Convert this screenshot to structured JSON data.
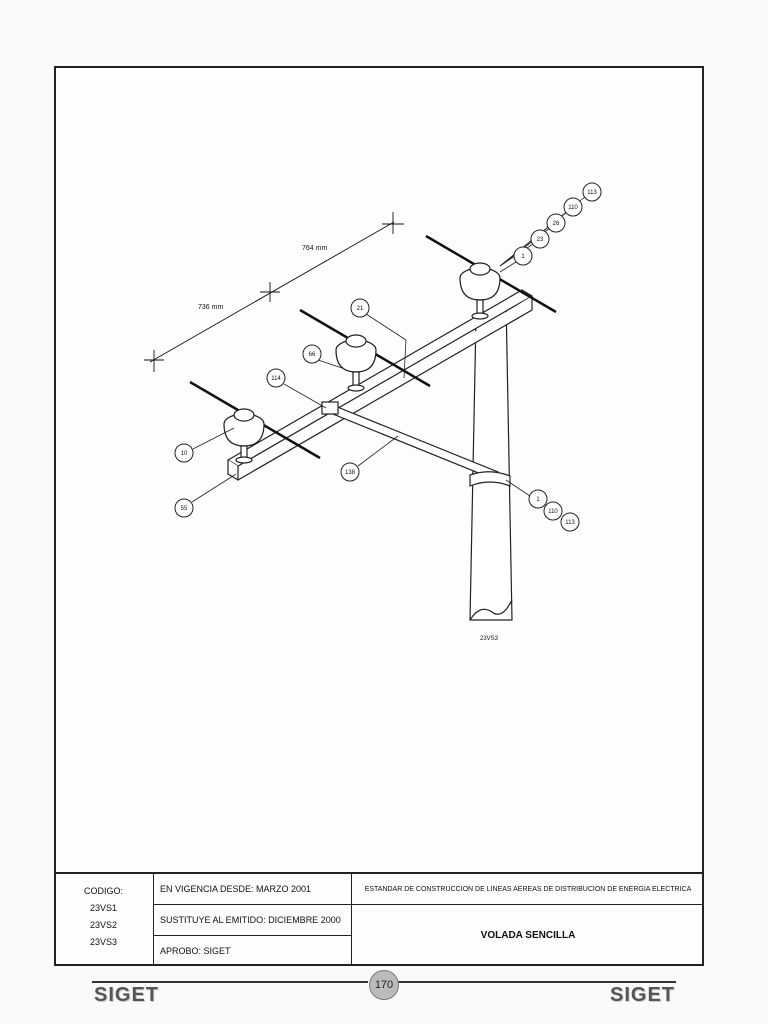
{
  "drawing": {
    "dimension_764": "764 mm",
    "dimension_736": "736 mm",
    "callouts_top": [
      "113",
      "110",
      "26",
      "23",
      "1"
    ],
    "callout_21": "21",
    "callout_66": "66",
    "callout_114": "114",
    "callout_10": "10",
    "callout_55": "55",
    "callout_138": "138",
    "callouts_bottom": [
      "1",
      "110",
      "113"
    ],
    "drawing_code": "23VS3"
  },
  "title_block": {
    "codigo_label": "CODIGO:",
    "codes": [
      "23VS1",
      "23VS2",
      "23VS3"
    ],
    "vigencia": "EN VIGENCIA DESDE: MARZO 2001",
    "sustituye": "SUSTITUYE AL EMITIDO: DICIEMBRE 2000",
    "aprobo": "APROBO: SIGET",
    "standard": "ESTANDAR DE CONSTRUCCION DE LINEAS AEREAS DE DISTRIBUCION DE ENERGIA ELECTRICA",
    "title": "VOLADA SENCILLA"
  },
  "footer": {
    "logo_left": "SIGET",
    "logo_right": "SIGET",
    "page_number": "170"
  }
}
